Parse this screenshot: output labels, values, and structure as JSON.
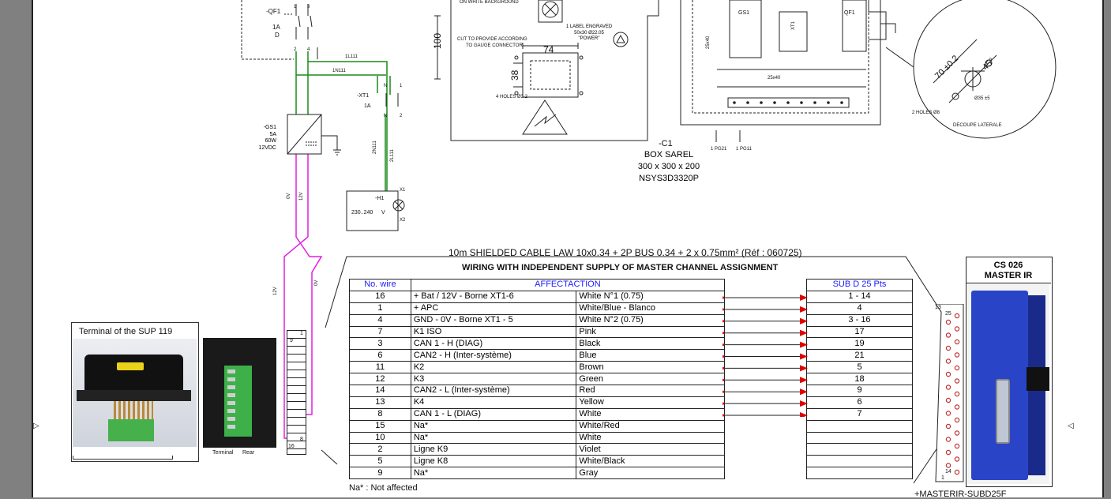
{
  "schematic": {
    "qf1": {
      "ref": "-QF1",
      "rating": "1A",
      "curve": "D",
      "pins": [
        "1",
        "3",
        "2",
        "4"
      ]
    },
    "net_labels": {
      "l111": "1L111",
      "n111": "1N111",
      "n2": "2N111",
      "l2": "2L111",
      "v0a": "0V",
      "v12a": "12V",
      "v12b": "12V",
      "v0b": "0V"
    },
    "xt1": {
      "ref": "-XT1",
      "rating": "1A",
      "pins": [
        "N",
        "1",
        "N",
        "2"
      ]
    },
    "gs1": {
      "lines": [
        "-GS1",
        "5A",
        "60W",
        "12VDC"
      ]
    },
    "h1": {
      "ref": "-H1",
      "voltage": "230..240",
      "unit": "V",
      "pin1": "X1",
      "pin2": "X2"
    }
  },
  "box": {
    "white_bg": "ON WHITE BACKGROUND",
    "dim_100": "100",
    "dim_74": "74",
    "dim_38": "38",
    "cut_note": [
      "CUT TO PROVIDE ACCORDING",
      "TO GAUGE CONNECTOR"
    ],
    "label_note": [
      "1 LABEL ENGRAVED",
      "50x30 Ø22.05",
      "\"POWER\""
    ],
    "holes_note": "4 HOLES Ø3.2",
    "c1_ref": "-C1",
    "c1_lines": [
      "BOX SAREL",
      "300 x 300 x 200",
      "NSYS3D3320P"
    ]
  },
  "layout_view": {
    "gs1": "GS1",
    "xt1": "XT1",
    "qf1": "QF1",
    "duct_v": "25x40",
    "duct_h": "25x40",
    "pg21": "1 PG21",
    "pg11": "1 PG11"
  },
  "detail": {
    "dim_70": "70 ±0.2",
    "angle_45": "45°",
    "hole_d": "Ø35 ±5",
    "holes": "2 HOLES Ø8",
    "title": "DECOUPE LATERALE"
  },
  "cable_title": "10m SHIELDED CABLE LAW 10x0.34 + 2P BUS 0.34 + 2 x 0.75mm² (Réf : 060725)",
  "table_title": "WIRING WITH INDEPENDENT SUPPLY OF MASTER CHANNEL ASSIGNMENT",
  "headers": {
    "wire": "No. wire",
    "affectation": "AFFECTACTION",
    "subd": "SUB D 25 Pts"
  },
  "rows": [
    {
      "wire": "16",
      "function": "+ Bat / 12V - Borne XT1-6",
      "color": "White N°1 (0.75)",
      "pin": "1 - 14"
    },
    {
      "wire": "1",
      "function": "+ APC",
      "color": "White/Blue - Blanco",
      "pin": "4"
    },
    {
      "wire": "4",
      "function": "GND - 0V - Borne XT1 - 5",
      "color": "White N°2 (0.75)",
      "pin": "3 - 16"
    },
    {
      "wire": "7",
      "function": "K1 ISO",
      "color": "Pink",
      "pin": "17"
    },
    {
      "wire": "3",
      "function": "CAN 1 - H (DIAG)",
      "color": "Black",
      "pin": "19"
    },
    {
      "wire": "6",
      "function": "CAN2 - H (Inter-système)",
      "color": "Blue",
      "pin": "21"
    },
    {
      "wire": "11",
      "function": "K2",
      "color": "Brown",
      "pin": "5"
    },
    {
      "wire": "12",
      "function": "K3",
      "color": "Green",
      "pin": "18"
    },
    {
      "wire": "14",
      "function": "CAN2 - L (Inter-système)",
      "color": "Red",
      "pin": "9"
    },
    {
      "wire": "13",
      "function": "K4",
      "color": "Yellow",
      "pin": "6"
    },
    {
      "wire": "8",
      "function": "CAN 1 - L (DIAG)",
      "color": "White",
      "pin": "7"
    },
    {
      "wire": "15",
      "function": "Na*",
      "color": "White/Red",
      "pin": ""
    },
    {
      "wire": "10",
      "function": "Na*",
      "color": "White",
      "pin": ""
    },
    {
      "wire": "2",
      "function": "Ligne K9",
      "color": "Violet",
      "pin": ""
    },
    {
      "wire": "5",
      "function": "Ligne K8",
      "color": "White/Black",
      "pin": ""
    },
    {
      "wire": "9",
      "function": "Na*",
      "color": "Gray",
      "pin": ""
    }
  ],
  "footnote": "Na* : Not affected",
  "terminal": {
    "caption": "Terminal of the SUP 119",
    "label_terminal": "Terminal",
    "label_rear": "Rear",
    "pins": [
      "1",
      "9",
      "8",
      "16"
    ]
  },
  "subd": {
    "pins": [
      "13",
      "25",
      "14",
      "1"
    ]
  },
  "master": {
    "title": [
      "CS 026",
      "MASTER IR"
    ],
    "ref": "+MASTERIR-SUBD25F"
  },
  "colors": {
    "green": "#1a8a1a",
    "magenta": "#e020e0",
    "red": "#e00000",
    "blue": "#1a1aff",
    "device_blue": "#2a44c8"
  }
}
